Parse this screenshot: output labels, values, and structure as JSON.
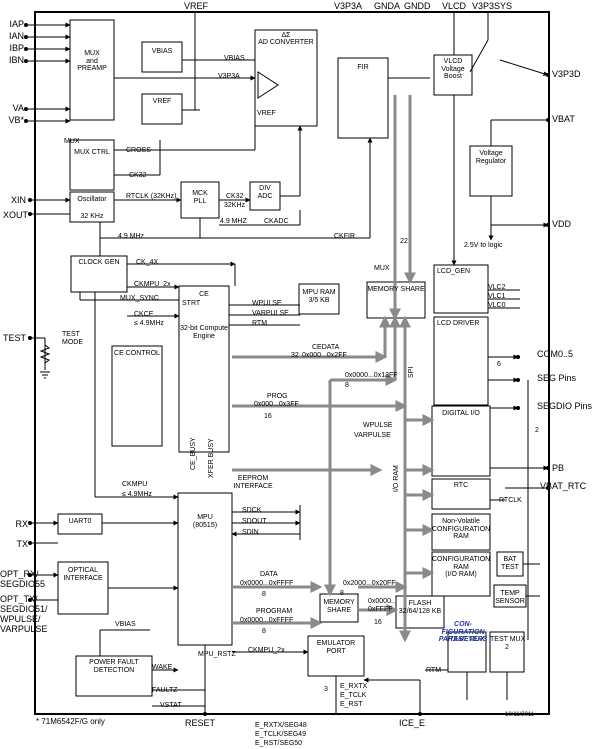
{
  "pins": {
    "left": [
      "IAP",
      "IAN",
      "IBP",
      "IBN",
      "VA",
      "VB*",
      "XIN",
      "XOUT",
      "TEST",
      "RX",
      "TX",
      "OPT_RX/",
      "SEGDIO55",
      "OPT_TX/",
      "SEGDIO51/",
      "WPULSE/",
      "VARPULSE"
    ],
    "top": [
      "VREF",
      "V3P3A",
      "GNDA",
      "GNDD",
      "VLCD",
      "V3P3SYS"
    ],
    "right": [
      "V3P3D",
      "VBAT",
      "VDD",
      "COM0..5",
      "SEG Pins",
      "SEGDIO Pins",
      "PB",
      "VBAT_RTC"
    ],
    "bottom": [
      "RESET",
      "ICE_E"
    ]
  },
  "blocks": {
    "mux": "MUX\nand\nPREAMP",
    "mux_ctrl": "MUX CTRL",
    "oscillator": "Oscillator",
    "osc_freq": "32 KHz",
    "vbias": "VBIAS",
    "vref": "VREF",
    "ad_delta": "ΔΣ",
    "ad": "AD CONVERTER",
    "fir": "FIR",
    "mck_pll": "MCK\nPLL",
    "div_adc": "DIV\nADC",
    "clock_gen": "CLOCK GEN",
    "ce_title": "CE",
    "ce_strt": "STRT",
    "ce_engine": "32-bit Compute\nEngine",
    "ce_control": "CE CONTROL",
    "mpu_ram": "MPU RAM\n3/5 KB",
    "memory_share": "MEMORY SHARE",
    "vlcd_boost": "VLCD\nVoltage\nBoost",
    "voltage_reg": "Voltage\nRegulator",
    "lcd_gen": "LCD_GEN",
    "lcd_driver": "LCD DRIVER",
    "digital_io": "DIGITAL I/O",
    "rtc": "RTC",
    "nv_config": "Non-Volatile\nCONFIGURATION\nRAM",
    "config_ram": "CONFIGURATION\nRAM\n(I/O RAM)",
    "bat_test": "BAT\nTEST",
    "temp_sensor": "TEMP\nSENSOR",
    "uart0": "UART0",
    "optical": "OPTICAL\nINTERFACE",
    "mpu": "MPU\n(80515)",
    "memory_share2": "MEMORY\nSHARE",
    "flash": "FLASH\n32/64/128 KB",
    "power_fault": "POWER FAULT\nDETECTION",
    "emulator": "EMULATOR\nPORT",
    "test_mux": "TEST MUX",
    "test_mux2": "TEST MUX\n2"
  },
  "signals": {
    "mux": "MUX",
    "cross": "CROSS",
    "ck32": "CK32",
    "rtclk32": "RTCLK (32KHz)",
    "vbias": "VBIAS",
    "v3p3a": "V3P3A",
    "vref": "VREF",
    "ck32b": "CK32",
    "khz32": "32KHz",
    "mhz49": "4.9 MHZ",
    "ckadc": "CKADC",
    "ckfir": "CKFIR",
    "mhz49b": "4.9 MHz",
    "ck4x": "CK_4X",
    "ckmpu2x": "CKMPU_2x",
    "mux_sync": "MUX_SYNC",
    "ckce": "CKCE",
    "le49": "≤ 4.9MHz",
    "wpulse": "WPULSE",
    "varpulse": "VARPULSE",
    "rtm": "RTM",
    "mux2": "MUX",
    "n22": "22",
    "logic": "2.5V to logic",
    "vlc2": "VLC2",
    "vlc1": "VLC1",
    "vlc0": "VLC0",
    "test_mode": "TEST\nMODE",
    "cedata": "CEDATA",
    "n32": "32",
    "range_2ff": "0x000...0x2FF",
    "range_13ff": "0x0000...0x13FF",
    "n8a": "8",
    "spi": "SPI",
    "n6": "6",
    "prog": "PROG",
    "range_3ff": "0x000...0x3FF",
    "n16": "16",
    "wpulse2": "WPULSE",
    "varpulse2": "VARPULSE",
    "io_ram": "I/O RAM",
    "n2": "2",
    "ce_busy": "CE_BUSY",
    "xfer_busy": "XFER BUSY",
    "eeprom": "EEPROM\nINTERFACE",
    "rtclk": "RTCLK",
    "ckmpu": "CKMPU",
    "le49b": "≤ 4.9MHz",
    "sdck": "SDCK",
    "sdout": "SDOUT",
    "sdin": "SDIN",
    "data": "DATA",
    "range_ffff": "0x0000...0xFFFF",
    "n8b": "8",
    "range_20ff": "0x2000...0x20FF",
    "n8c": "8",
    "range_ffff2": "0x0000...\n0xFFFF",
    "n16b": "16",
    "program": "PROGRAM",
    "range_ffff3": "0x0000...0xFFFF",
    "n8d": "8",
    "config_params": "CON-\nFIGURATION\nPARAMETERS",
    "vbias2": "VBIAS",
    "mpu_rstz": "MPU_RSTZ",
    "wake": "WAKE",
    "faultz": "FAULTZ",
    "vstat": "VSTAT",
    "ckmpu2x_b": "CKMPU_2x",
    "e_rxtx": "E_RXTX",
    "e_tclk": "E_TCLK",
    "e_rst": "E_RST",
    "n3": "3",
    "rtm2": "RTM",
    "e_rxtx_seg": "E_RXTX/SEG48",
    "e_tclk_seg": "E_TCLK/SEG49",
    "e_rst_seg": "E_RST/SEG50"
  },
  "footnote": "* 71M6542F/G only",
  "date": "10/11/2011"
}
